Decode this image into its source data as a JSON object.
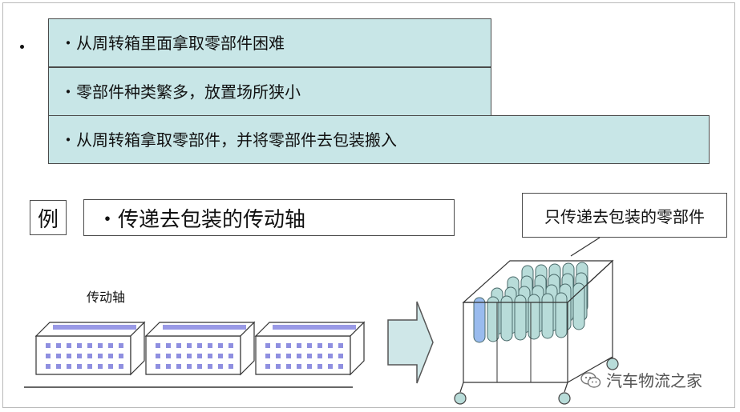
{
  "issues": [
    "・从周转箱里面拿取零部件困难",
    "・零部件种类繁多，放置场所狭小",
    "・从周转箱拿取零部件，并将零部件去包装搬入"
  ],
  "example": {
    "label": "例",
    "text": "・传递去包装的传动轴"
  },
  "left_illustration": {
    "caption": "传动轴",
    "box_count": 3
  },
  "right_illustration": {
    "note": "只传递去包装的零部件"
  },
  "watermark": {
    "icon": "wechat-icon",
    "text": "汽车物流之家"
  },
  "colors": {
    "issue_fill": "#c8e6e7",
    "box_stripe": "#9999e6",
    "box_dots": "#8f8fe0",
    "arrow_fill": "#cfe7e8",
    "part_fill": "#b8dcd9",
    "part_highlight": "#99bbee",
    "wheel_fill": "#b8dcd9"
  }
}
